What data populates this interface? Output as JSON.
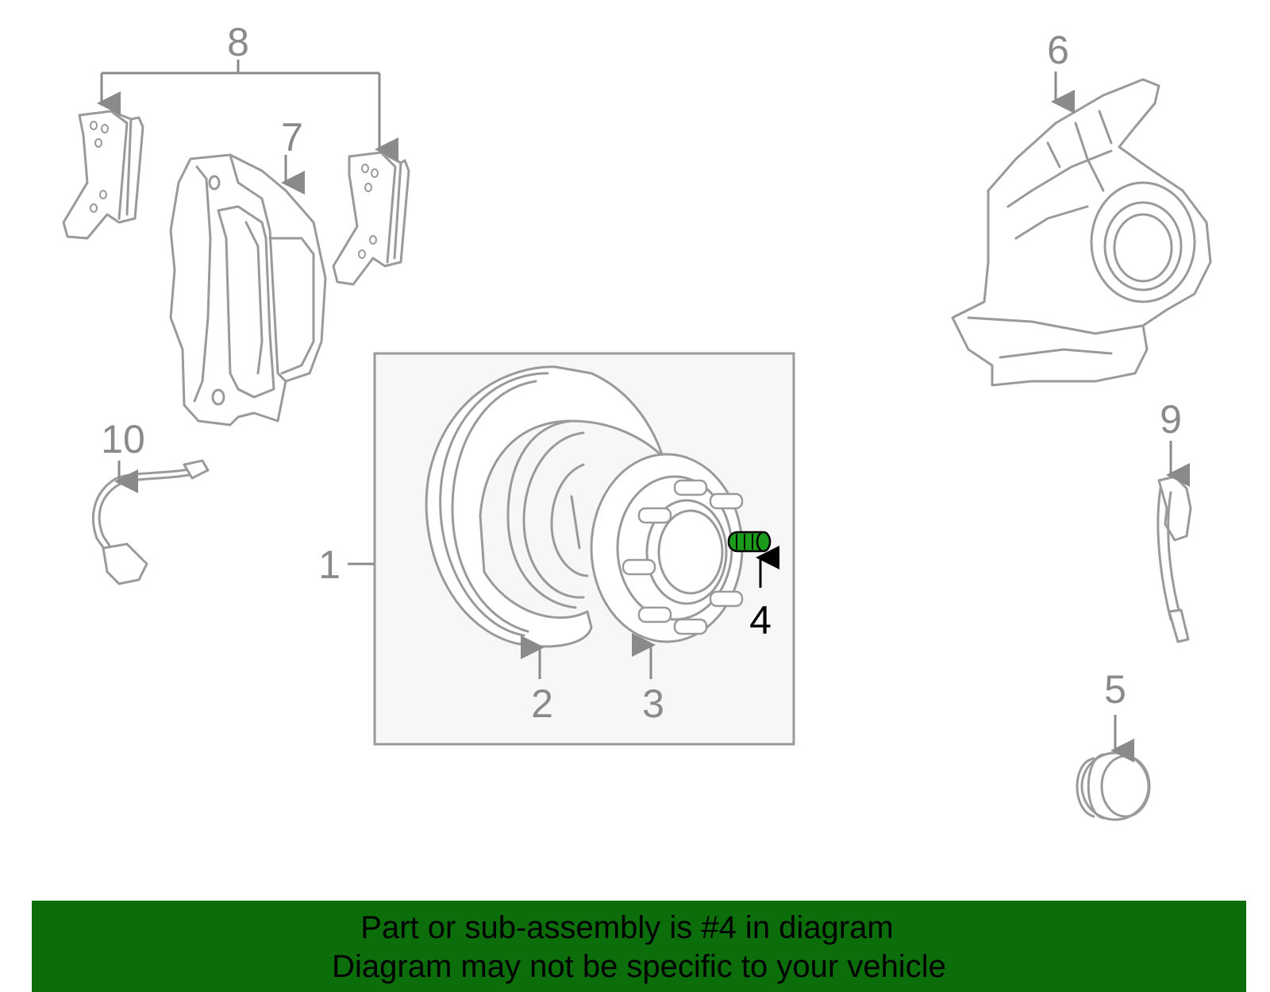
{
  "callouts": {
    "c1": "1",
    "c2": "2",
    "c3": "3",
    "c4": "4",
    "c5": "5",
    "c6": "6",
    "c7": "7",
    "c8": "8",
    "c9": "9",
    "c10": "10"
  },
  "highlight_part": "4",
  "colors": {
    "highlight": "#1a9b1a",
    "banner": "#0b6e0b",
    "line": "#9a9a9a"
  },
  "banner": {
    "line1": "Part or sub-assembly is #4 in diagram",
    "line2": "Diagram may not be specific to your vehicle"
  }
}
